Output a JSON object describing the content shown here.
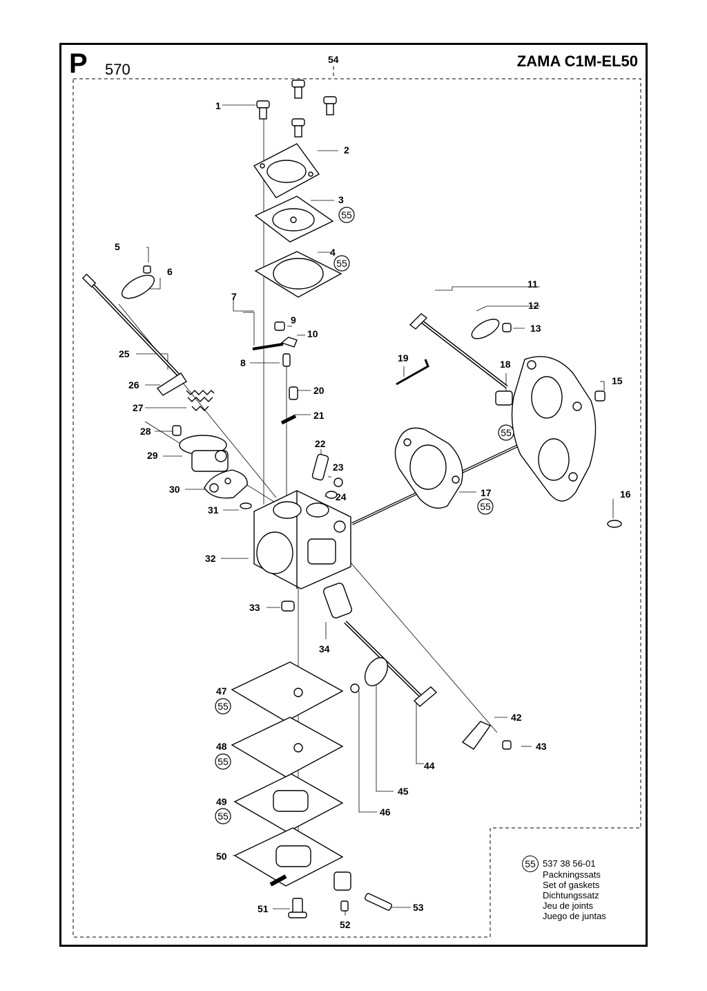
{
  "header": {
    "section_letter": "P",
    "section_number": "570",
    "model": "ZAMA C1M-EL50"
  },
  "callouts": [
    {
      "id": "1",
      "label": "1"
    },
    {
      "id": "2",
      "label": "2"
    },
    {
      "id": "3",
      "label": "3"
    },
    {
      "id": "4",
      "label": "4"
    },
    {
      "id": "5",
      "label": "5"
    },
    {
      "id": "6",
      "label": "6"
    },
    {
      "id": "7",
      "label": "7"
    },
    {
      "id": "8",
      "label": "8"
    },
    {
      "id": "9",
      "label": "9"
    },
    {
      "id": "10",
      "label": "10"
    },
    {
      "id": "11",
      "label": "11"
    },
    {
      "id": "12",
      "label": "12"
    },
    {
      "id": "13",
      "label": "13"
    },
    {
      "id": "15",
      "label": "15"
    },
    {
      "id": "16",
      "label": "16"
    },
    {
      "id": "17",
      "label": "17"
    },
    {
      "id": "18",
      "label": "18"
    },
    {
      "id": "19",
      "label": "19"
    },
    {
      "id": "20",
      "label": "20"
    },
    {
      "id": "21",
      "label": "21"
    },
    {
      "id": "22",
      "label": "22"
    },
    {
      "id": "23",
      "label": "23"
    },
    {
      "id": "24",
      "label": "24"
    },
    {
      "id": "25",
      "label": "25"
    },
    {
      "id": "26",
      "label": "26"
    },
    {
      "id": "27",
      "label": "27"
    },
    {
      "id": "28",
      "label": "28"
    },
    {
      "id": "29",
      "label": "29"
    },
    {
      "id": "30",
      "label": "30"
    },
    {
      "id": "31",
      "label": "31"
    },
    {
      "id": "32",
      "label": "32"
    },
    {
      "id": "33",
      "label": "33"
    },
    {
      "id": "34",
      "label": "34"
    },
    {
      "id": "42",
      "label": "42"
    },
    {
      "id": "43",
      "label": "43"
    },
    {
      "id": "44",
      "label": "44"
    },
    {
      "id": "45",
      "label": "45"
    },
    {
      "id": "46",
      "label": "46"
    },
    {
      "id": "47",
      "label": "47"
    },
    {
      "id": "48",
      "label": "48"
    },
    {
      "id": "49",
      "label": "49"
    },
    {
      "id": "50",
      "label": "50"
    },
    {
      "id": "51",
      "label": "51"
    },
    {
      "id": "52",
      "label": "52"
    },
    {
      "id": "53",
      "label": "53"
    },
    {
      "id": "54",
      "label": "54"
    }
  ],
  "kit_marker": "55",
  "kit": {
    "badge": "55",
    "part_number": "537 38 56-01",
    "names": [
      "Packningssats",
      "Set of gaskets",
      "Dichtungssatz",
      "Jeu de joints",
      "Juego de juntas"
    ]
  }
}
